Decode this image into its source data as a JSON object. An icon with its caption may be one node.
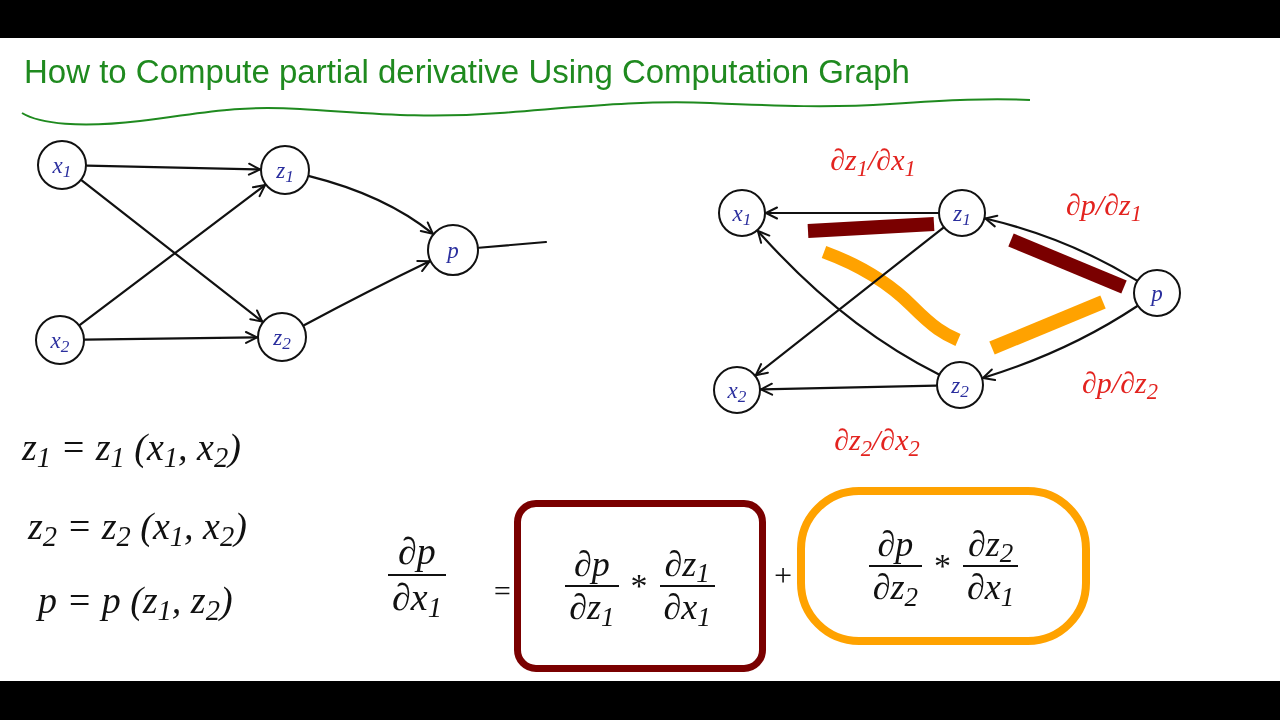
{
  "diagram": {
    "title": "How to Compute partial derivative Using Computation Graph",
    "nodes": [
      {
        "text": [
          "x$_{1}$"
        ]
      },
      {
        "text": [
          "z$_{1}$"
        ]
      },
      {
        "text": [
          "x$_{2}$"
        ]
      },
      {
        "text": [
          "z$_{2}$"
        ]
      },
      {
        "text": [
          "p"
        ]
      },
      {
        "text": [
          "x$_{1}$"
        ]
      },
      {
        "text": [
          "z$_{1}$"
        ]
      },
      {
        "text": [
          "p"
        ]
      },
      {
        "text": [
          "x$_{2}$"
        ]
      },
      {
        "text": [
          "z$_{2}$"
        ]
      },
      {
        "text": [
          "∂p",
          "∂z$_{1}$",
          "*",
          "∂z$_{1}$",
          "∂x$_{1}$"
        ]
      },
      {
        "text": [
          "∂p",
          "∂z$_{2}$",
          "*",
          "∂z$_{2}$",
          "∂x$_{1}$"
        ]
      }
    ],
    "edges": [
      {
        "from": 0,
        "to": 1,
        "arrow": "to"
      },
      {
        "from": 0,
        "to": 3,
        "arrow": "to"
      },
      {
        "from": 2,
        "to": 1,
        "arrow": "to"
      },
      {
        "from": 2,
        "to": 3,
        "arrow": "to"
      },
      {
        "from": 1,
        "to": 4,
        "arrow": "to"
      },
      {
        "from": 3,
        "to": 4,
        "arrow": "to"
      },
      {
        "from": 4,
        "to": null,
        "arrow": "none"
      },
      {
        "from": 6,
        "to": 5,
        "arrow": "to",
        "label": "∂z$_{1}$/∂x$_{1}$"
      },
      {
        "from": 6,
        "to": 8,
        "arrow": "to"
      },
      {
        "from": 7,
        "to": 6,
        "arrow": "to",
        "label": "∂p/∂z$_{1}$"
      },
      {
        "from": 7,
        "to": 9,
        "arrow": "to",
        "label": "∂p/∂z$_{2}$"
      },
      {
        "from": 9,
        "to": 5,
        "arrow": "to"
      },
      {
        "from": 9,
        "to": 8,
        "arrow": "to",
        "label": "∂z$_{2}$/∂x$_{2}$"
      }
    ],
    "labels": [
      "z$_{1}$ = z$_{1}$ (x$_{1}$, x$_{2}$)",
      "z$_{2}$ = z$_{2}$ (x$_{1}$, x$_{2}$)",
      "p = p (z$_{1}$, z$_{2}$)",
      "∂p",
      "∂x$_{1}$",
      "=",
      "+"
    ]
  }
}
